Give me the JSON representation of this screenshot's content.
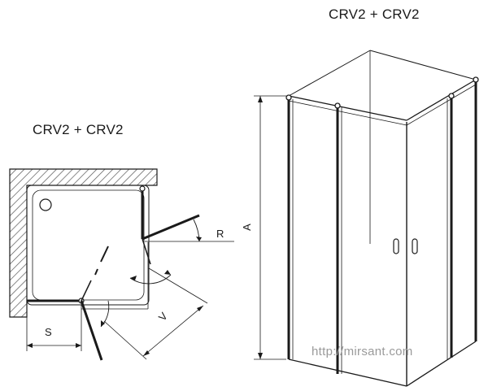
{
  "titles": {
    "plan_view": "CRV2 + CRV2",
    "perspective_view": "CRV2 + CRV2"
  },
  "dimension_labels": {
    "radius": "R",
    "side_offset": "S",
    "door_opening": "V",
    "height": "A"
  },
  "watermark": "http://mirsant.com",
  "colors": {
    "line": "#1a1a1a",
    "wall_hatch": "#555555",
    "watermark": "#9a9a9a"
  }
}
